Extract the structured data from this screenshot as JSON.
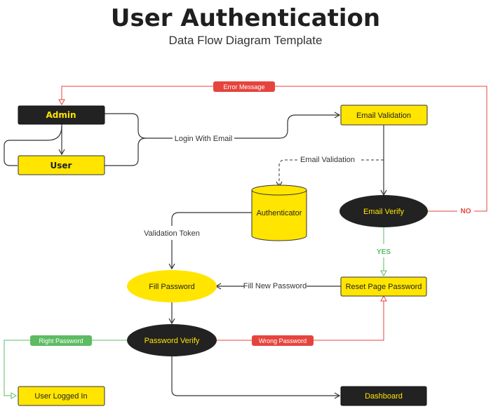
{
  "header": {
    "title": "User Authentication",
    "subtitle": "Data Flow Diagram Template"
  },
  "nodes": {
    "admin": "Admin",
    "user": "User",
    "email_validation": "Email Validation",
    "authenticator": "Authenticator",
    "email_verify": "Email Verify",
    "fill_password": "Fill Password",
    "reset_page_password": "Reset Page Password",
    "password_verify": "Password Verify",
    "user_logged_in": "User Logged In",
    "dashboard": "Dashboard"
  },
  "edges": {
    "error_message": "Error Message",
    "login_with_email": "Login With Email",
    "email_validation": "Email Validation",
    "validation_token": "Validation Token",
    "no": "NO",
    "yes": "YES",
    "fill_new_password": "Fill New Password",
    "right_password": "Right Password",
    "wrong_password": "Wrong Password"
  },
  "colors": {
    "yellow": "#FFE500",
    "dark": "#222222",
    "red": "#E5443E",
    "green": "#5DBB63",
    "line": "#333333"
  }
}
